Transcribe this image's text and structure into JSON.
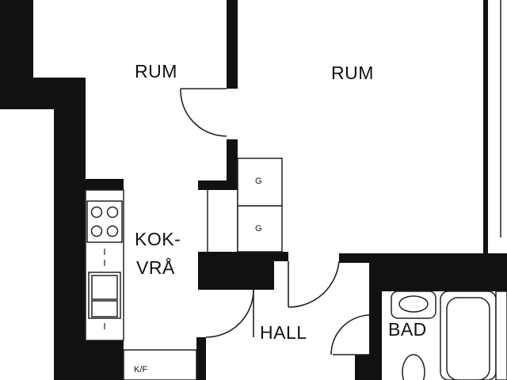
{
  "rooms": {
    "rum_left": "RUM",
    "rum_right": "RUM",
    "kok_line1": "KOK-",
    "kok_line2": "VRÅ",
    "hall": "HALL",
    "bad": "BAD"
  },
  "fixtures": {
    "g_upper": "G",
    "g_lower": "G",
    "kf": "K/F"
  },
  "colors": {
    "wall": "#111111",
    "line": "#222222",
    "paper": "#ffffff"
  }
}
